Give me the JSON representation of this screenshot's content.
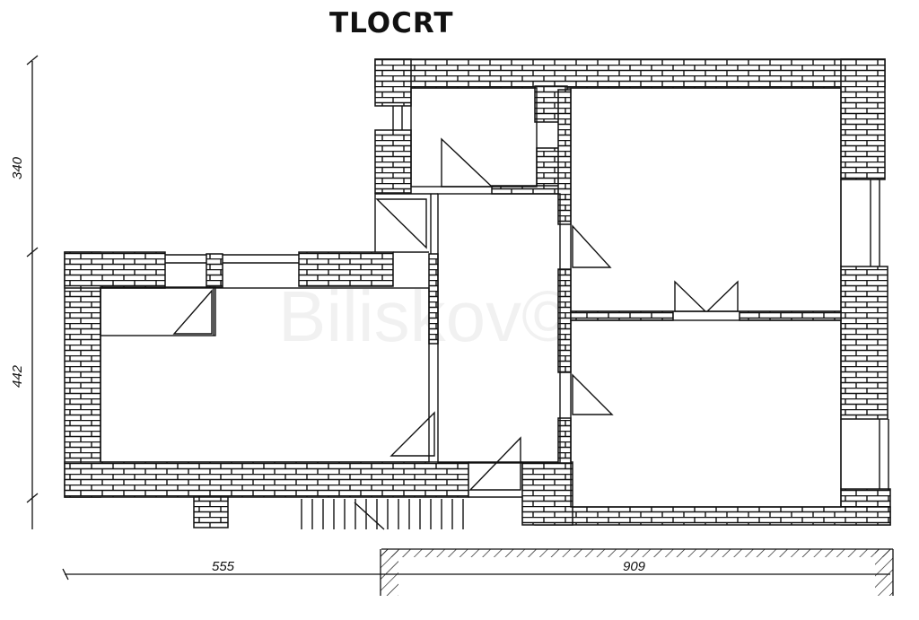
{
  "title": "TLOCRT",
  "dimensions": {
    "vertical_top": "340",
    "vertical_bottom": "442",
    "horizontal_left": "555",
    "horizontal_right": "909"
  },
  "watermark": "Biliskov©",
  "colors": {
    "line": "#111111",
    "wall_fill": "#ffffff",
    "background": "#ffffff"
  }
}
